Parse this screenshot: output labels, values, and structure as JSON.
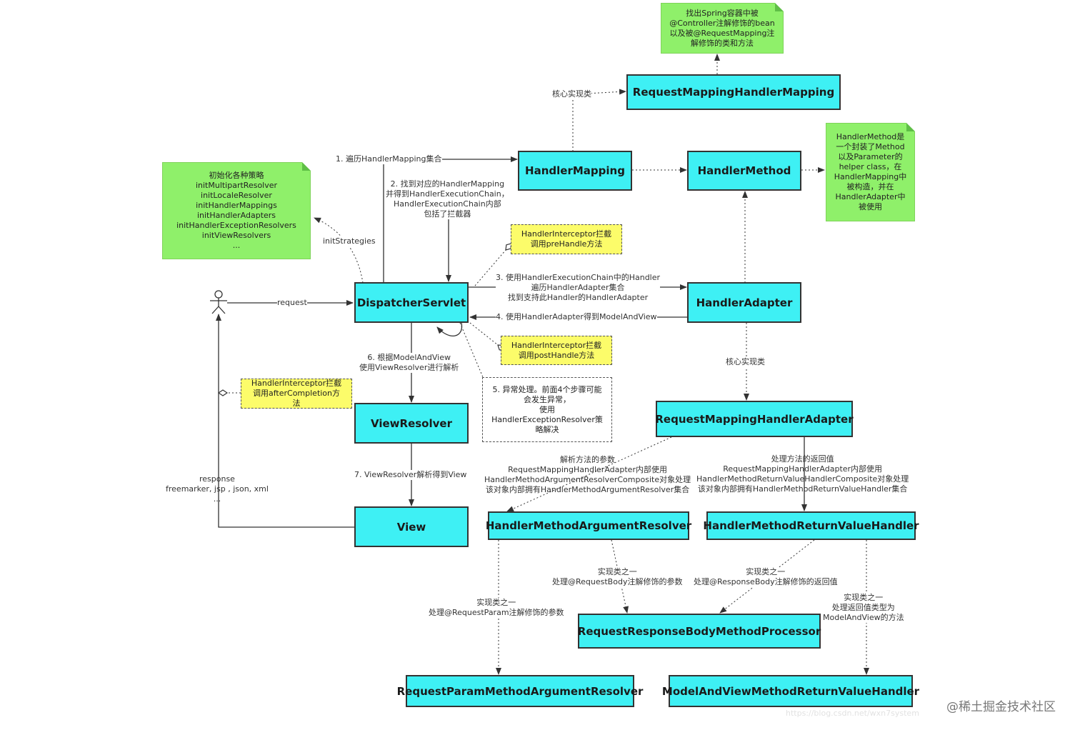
{
  "nodes": {
    "request_mapping_handler_mapping": "RequestMappingHandlerMapping",
    "handler_mapping": "HandlerMapping",
    "handler_method": "HandlerMethod",
    "dispatcher_servlet": "DispatcherServlet",
    "handler_adapter": "HandlerAdapter",
    "view_resolver": "ViewResolver",
    "request_mapping_handler_adapter": "RequestMappingHandlerAdapter",
    "view": "View",
    "handler_method_argument_resolver": "HandlerMethodArgumentResolver",
    "handler_method_return_value_handler": "HandlerMethodReturnValueHandler",
    "request_response_body_method_processor": "RequestResponseBodyMethodProcessor",
    "request_param_method_argument_resolver": "RequestParamMethodArgumentResolver",
    "model_and_view_method_return_value_handler": "ModelAndViewMethodReturnValueHandler"
  },
  "notes": {
    "find_controller": [
      "找出Spring容器中被",
      "@Controller注解修饰的bean",
      "以及被@RequestMapping注",
      "解修饰的类和方法"
    ],
    "handler_method_desc": [
      "HandlerMethod是",
      "一个封装了Method",
      "以及Parameter的",
      "helper class，在",
      "HandlerMapping中",
      "被构造，并在",
      "HandlerAdapter中",
      "被使用"
    ],
    "init_strategies": [
      "初始化各种策略",
      "initMultipartResolver",
      "initLocaleResolver",
      "initHandlerMappings",
      "initHandlerAdapters",
      "initHandlerExceptionResolvers",
      "initViewResolvers",
      "..."
    ],
    "pre_handle": [
      "HandlerInterceptor拦截",
      "调用preHandle方法"
    ],
    "post_handle": [
      "HandlerInterceptor拦截",
      "调用postHandle方法"
    ],
    "after_completion": [
      "HandlerInterceptor拦截",
      "调用afterCompletion方",
      "法"
    ],
    "exception_handling": [
      "5. 异常处理。前面4个步骤可能",
      "会发生异常，",
      "使用",
      "HandlerExceptionResolver策",
      "略解决"
    ]
  },
  "labels": {
    "core_impl_top": "核心实现类",
    "step1": "1. 遍历HandlerMapping集合",
    "step2": [
      "2. 找到对应的HandlerMapping",
      "并得到HandlerExecutionChain，",
      "HandlerExecutionChain内部",
      "包括了拦截器"
    ],
    "init_strategies": "initStrategies",
    "request": "request",
    "step3": [
      "3. 使用HandlerExecutionChain中的Handler",
      "遍历HandlerAdapter集合",
      "找到支持此Handler的HandlerAdapter"
    ],
    "step4": "4. 使用HandlerAdapter得到ModelAndView",
    "step6": [
      "6. 根据ModelAndView",
      "使用ViewResolver进行解析"
    ],
    "core_impl_mid": "核心实现类",
    "step7": "7. ViewResolver解析得到View",
    "response": [
      "response",
      "freemarker, jsp , json, xml",
      "..."
    ],
    "parse_params": [
      "解析方法的参数",
      "RequestMappingHandlerAdapter内部使用",
      "HandlerMethodArgumentResolverComposite对象处理",
      "该对象内部拥有HandlerMethodArgumentResolver集合"
    ],
    "handle_return": [
      "处理方法的返回值",
      "RequestMappingHandlerAdapter内部使用",
      "HandlerMethodReturnValueHandlerComposite对象处理",
      "该对象内部拥有HandlerMethodReturnValueHandler集合"
    ],
    "impl_request_body": [
      "实现类之一",
      "处理@RequestBody注解修饰的参数"
    ],
    "impl_response_body": [
      "实现类之一",
      "处理@ResponseBody注解修饰的返回值"
    ],
    "impl_request_param": [
      "实现类之一",
      "处理@RequestParam注解修饰的参数"
    ],
    "impl_model_and_view": [
      "实现类之一",
      "处理返回值类型为",
      "ModelAndView的方法"
    ]
  },
  "watermarks": {
    "juejin": "@稀土掘金技术社区",
    "csdn": "https://blog.csdn.net/wxn7system"
  },
  "colors": {
    "node_fill": "#3ef0f4",
    "note_green": "#8ff06a",
    "note_yellow": "#fcfc6a",
    "line": "#333333"
  }
}
